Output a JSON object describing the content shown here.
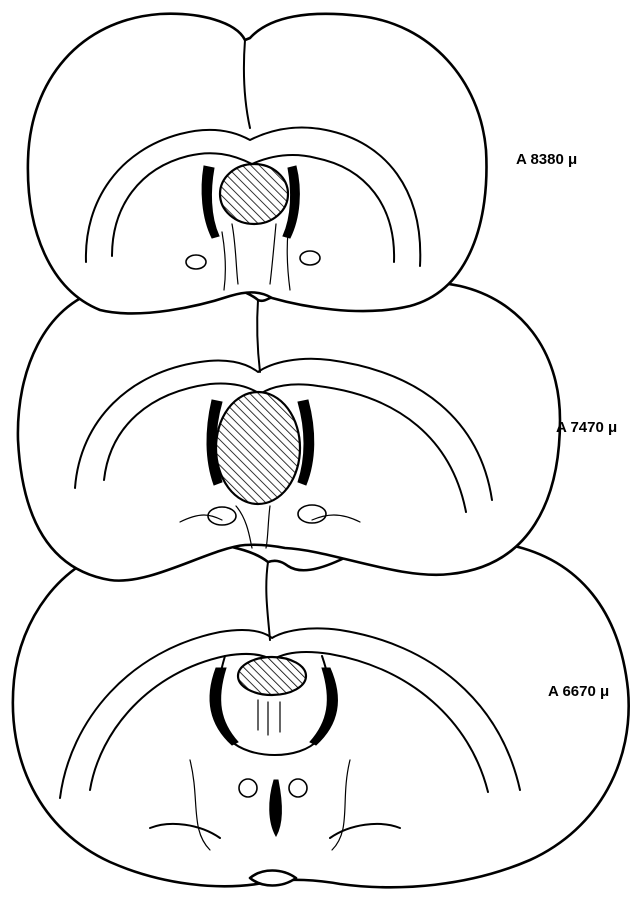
{
  "sections": [
    {
      "label": "A 8380 μ"
    },
    {
      "label": "A 7470 μ"
    },
    {
      "label": "A 6670 μ"
    }
  ],
  "colors": {
    "ink": "#000000",
    "background": "#ffffff"
  }
}
